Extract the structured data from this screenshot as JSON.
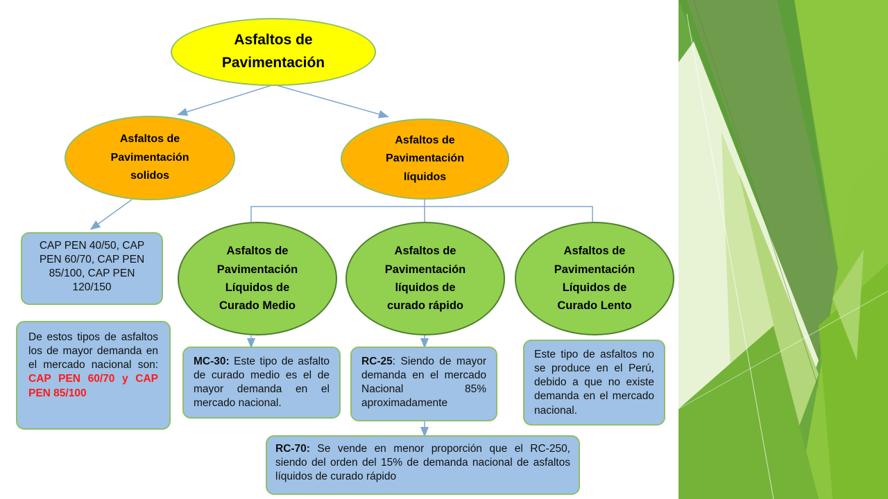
{
  "root": {
    "line1": "Asfaltos de",
    "line2": "Pavimentación"
  },
  "solidos": {
    "line1": "Asfaltos de",
    "line2": "Pavimentación",
    "line3": "solidos"
  },
  "liquidos": {
    "line1": "Asfaltos de",
    "line2": "Pavimentación",
    "line3": "líquidos"
  },
  "medio": {
    "line1": "Asfaltos de",
    "line2": "Pavimentación",
    "line3": "Líquidos de",
    "line4": "Curado Medio"
  },
  "rapido": {
    "line1": "Asfaltos de",
    "line2": "Pavimentación",
    "line3": "líquidos de",
    "line4": "curado rápido"
  },
  "lento": {
    "line1": "Asfaltos de",
    "line2": "Pavimentación",
    "line3": "Líquidos de",
    "line4": "Curado Lento"
  },
  "cap_box": {
    "text": "CAP PEN 40/50, CAP PEN 60/70, CAP PEN 85/100, CAP PEN 120/150"
  },
  "demand_box": {
    "text": "De estos tipos de asfaltos los de mayor demanda en el mercado nacional son: ",
    "highlight": "CAP PEN 60/70 y CAP PEN 85/100"
  },
  "mc30_box": {
    "bold": "MC-30:",
    "text": " Este tipo de asfalto de curado medio es el de mayor demanda en el mercado nacional."
  },
  "rc25_box": {
    "bold": "RC-25",
    "text": ": Siendo de mayor demanda en el mercado Nacional 85% aproximadamente"
  },
  "lento_box": {
    "text": "Este tipo de asfaltos no se produce en el Perú, debido a que no existe demanda en el mercado nacional."
  },
  "rc70_box": {
    "bold": "RC-70:",
    "text": " Se vende en menor proporción que el RC-250, siendo del orden del 15% de demanda nacional de asfaltos líquidos de curado rápido"
  },
  "colors": {
    "root_fill": "#ffff00",
    "orange_fill": "#ffb300",
    "green_fill": "#92d050",
    "box_fill": "#9fc2e6",
    "connector": "#7ea6cf"
  }
}
